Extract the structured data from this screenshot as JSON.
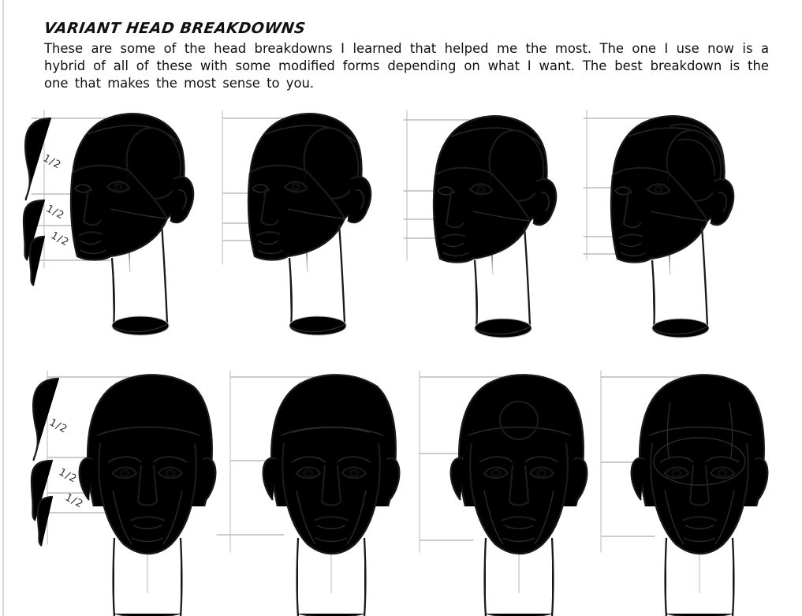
{
  "page": {
    "title": "VARIANT HEAD BREAKDOWNS",
    "intro": "These are some of the head breakdowns I learned that helped me the most.  The one I use now is a hybrid of all of these with some modified forms depending on what I want.  The best breakdown is the one that makes the most sense to you."
  },
  "proportion_marks": {
    "top_row": [
      "1/2",
      "1/2",
      "1/2"
    ],
    "bottom_row": [
      "1/2",
      "1/2",
      "1/2"
    ]
  }
}
